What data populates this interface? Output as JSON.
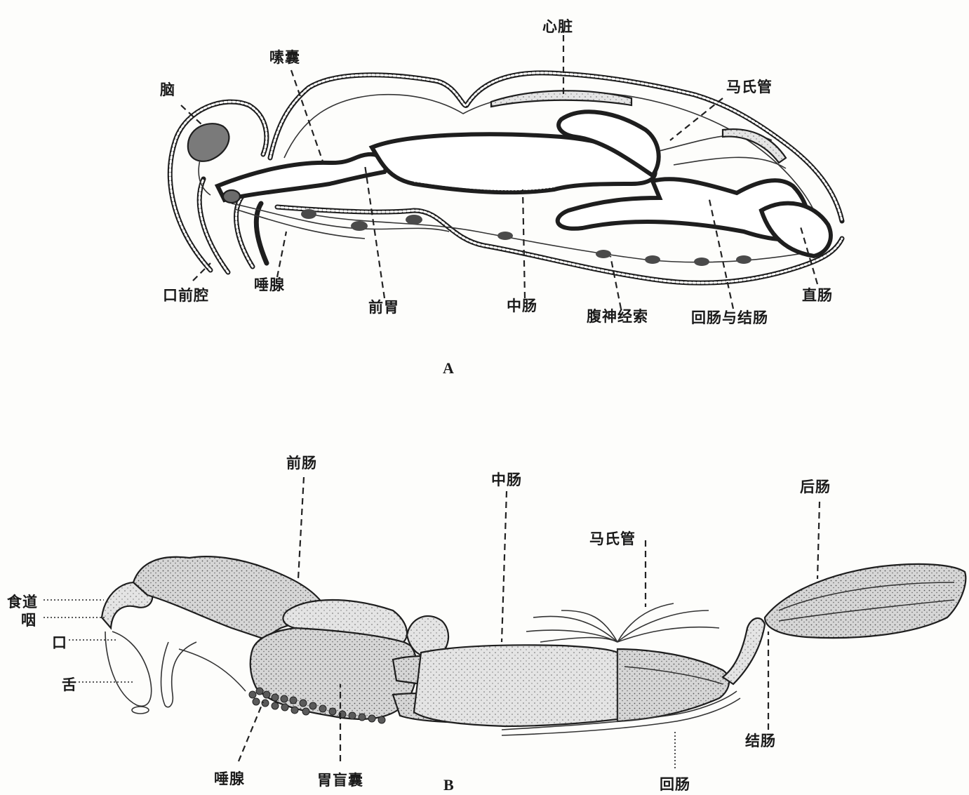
{
  "diagram_a": {
    "panel_label": "A",
    "labels": {
      "brain": "脑",
      "crop": "嗉囊",
      "heart": "心脏",
      "malpighian_tubules": "马氏管",
      "preoral_cavity": "口前腔",
      "salivary_gland": "唾腺",
      "proventriculus": "前胃",
      "midgut": "中肠",
      "ventral_nerve_cord": "腹神经索",
      "ileum_and_colon": "回肠与结肠",
      "rectum": "直肠"
    }
  },
  "diagram_b": {
    "panel_label": "B",
    "labels": {
      "foregut": "前肠",
      "midgut": "中肠",
      "hindgut": "后肠",
      "malpighian_tubules": "马氏管",
      "esophagus": "食道",
      "pharynx": "咽",
      "mouth": "口",
      "tongue": "舌",
      "salivary_gland": "唾腺",
      "gastric_caeca": "胃盲囊",
      "ileum": "回肠",
      "colon": "结肠"
    }
  },
  "colors": {
    "ink": "#1e1e1e",
    "tissue_fill": "#cfcfcf",
    "paper": "#fdfdfb"
  }
}
